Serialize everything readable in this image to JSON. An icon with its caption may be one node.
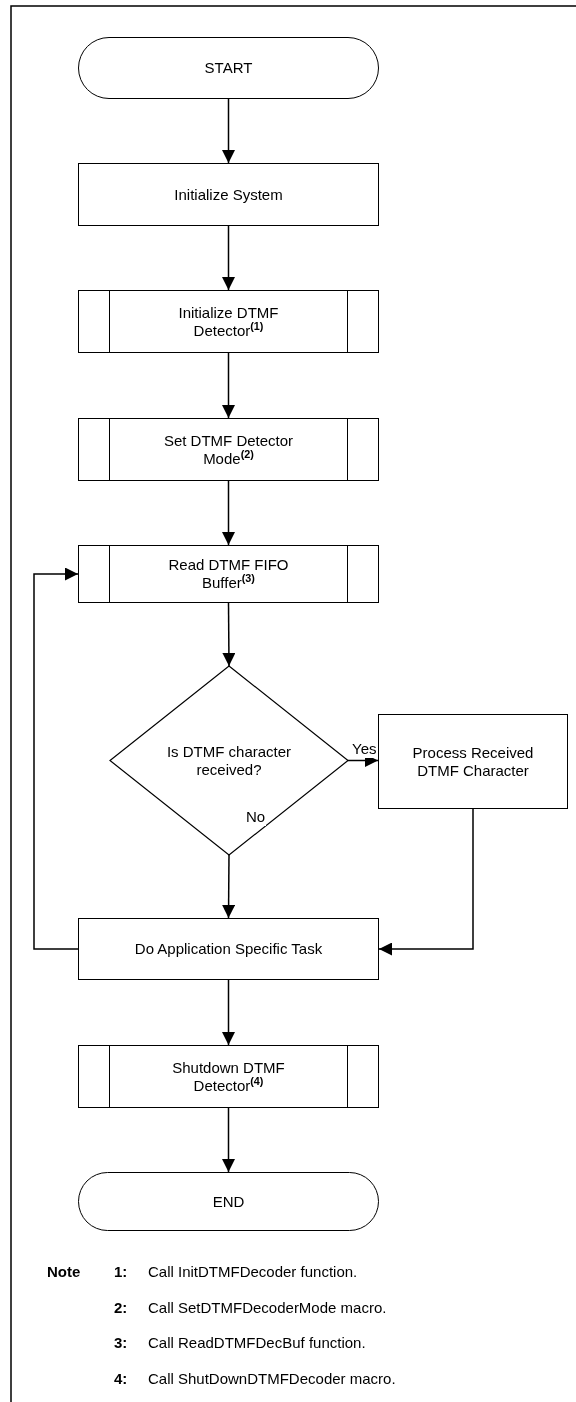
{
  "diagram": {
    "nodes": [
      {
        "text": [
          "START"
        ]
      },
      {
        "text": [
          "Initialize System"
        ]
      },
      {
        "text": [
          "Initialize DTMF Detector$^{(1)}$"
        ]
      },
      {
        "text": [
          "Set DTMF Detector Mode$^{(2)}$"
        ]
      },
      {
        "text": [
          "Read DTMF FIFO Buffer$^{(3)}$"
        ]
      },
      {
        "text": [
          "Is DTMF character received?"
        ]
      },
      {
        "text": [
          "Process Received DTMF Character"
        ]
      },
      {
        "text": [
          "Do Application Specific Task"
        ]
      },
      {
        "text": [
          "Shutdown DTMF Detector$^{(4)}$"
        ]
      },
      {
        "text": [
          "END"
        ]
      }
    ],
    "edges": [
      {
        "from": 0,
        "to": 1,
        "arrow": "to"
      },
      {
        "from": 1,
        "to": 2,
        "arrow": "to"
      },
      {
        "from": 2,
        "to": 3,
        "arrow": "to"
      },
      {
        "from": 3,
        "to": 4,
        "arrow": "to"
      },
      {
        "from": 4,
        "to": 5,
        "arrow": "to"
      },
      {
        "from": 5,
        "to": 6,
        "arrow": "to",
        "label": "Yes"
      },
      {
        "from": 5,
        "to": 7,
        "arrow": "to",
        "label": "No"
      },
      {
        "from": 6,
        "to": 7,
        "arrow": "to"
      },
      {
        "from": 7,
        "to": 4,
        "arrow": "to"
      },
      {
        "from": 7,
        "to": 8,
        "arrow": "to"
      },
      {
        "from": 8,
        "to": 9,
        "arrow": "to"
      }
    ],
    "labels": [
      "Note",
      "1:",
      "Call InitDTMFDecoder function.",
      "2:",
      "Call SetDTMFDecoderMode macro.",
      "3:",
      "Call ReadDTMFDecBuf function.",
      "4:",
      "Call ShutDownDTMFDecoder macro."
    ]
  }
}
